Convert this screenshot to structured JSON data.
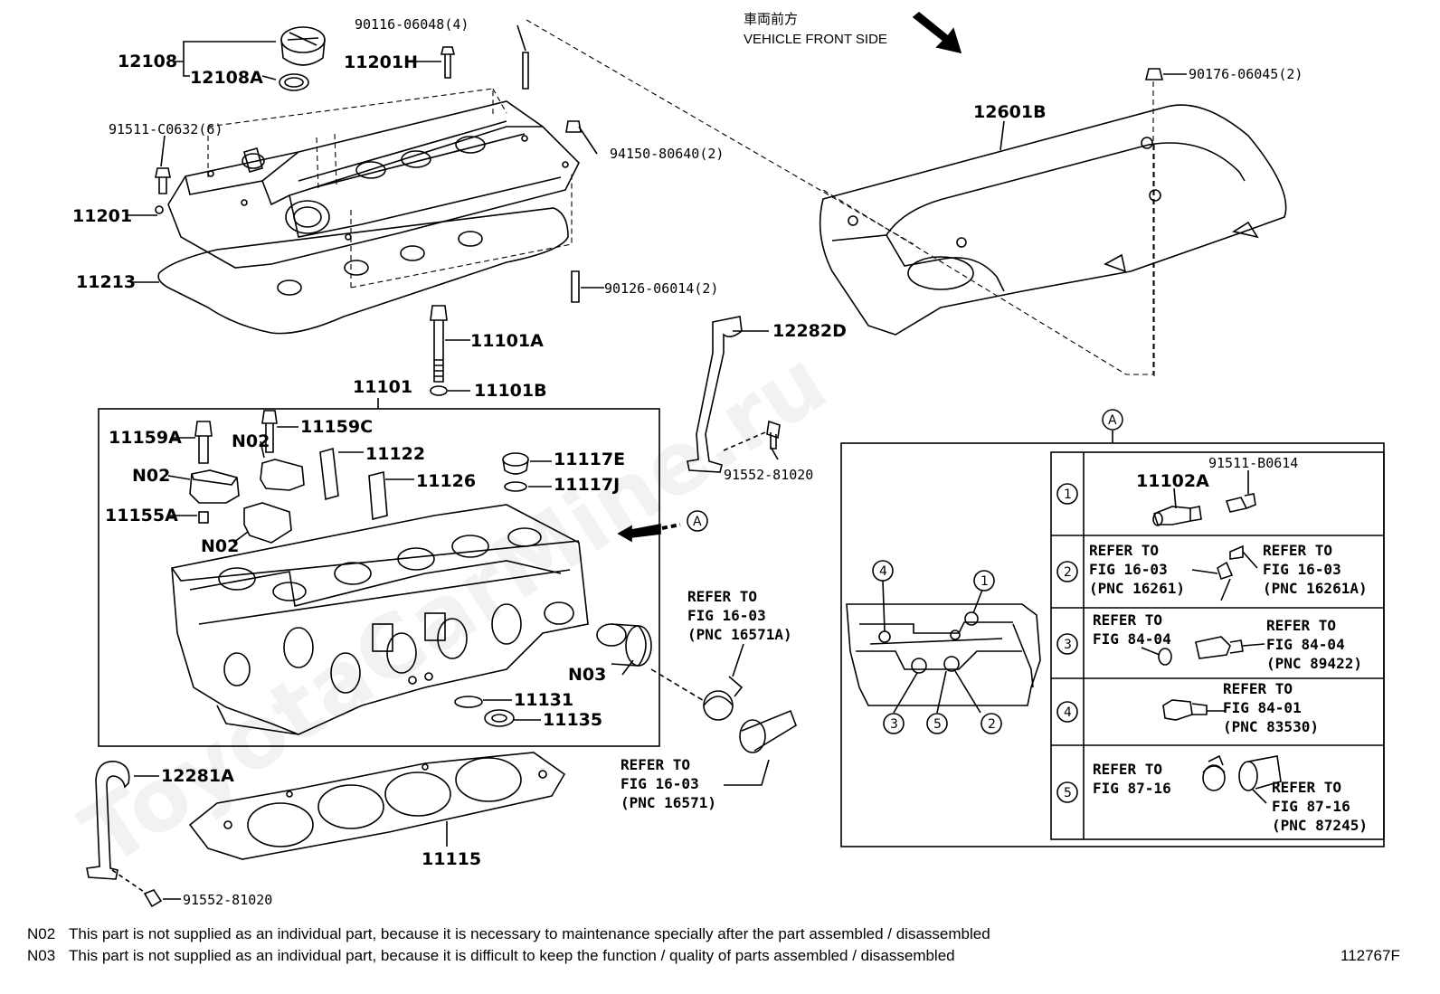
{
  "watermark": "ToyotaCarMine.ru",
  "header": {
    "jp_label": "車両前方",
    "front_label": "VEHICLE FRONT SIDE"
  },
  "labels": {
    "p12108": "12108",
    "p12108a": "12108A",
    "p90116": "90116-06048(4)",
    "p11201h": "11201H",
    "p91511c": "91511-C0632(6)",
    "p94150": "94150-80640(2)",
    "p11201": "11201",
    "p11213": "11213",
    "p90126": "90126-06014(2)",
    "p11101a": "11101A",
    "p11101b": "11101B",
    "p11101": "11101",
    "p90176": "90176-06045(2)",
    "p12601b": "12601B",
    "p12282d": "12282D",
    "p91552a": "91552-81020",
    "p11159a": "11159A",
    "p11159c": "11159C",
    "n02_a": "N02",
    "n02_b": "N02",
    "n02_c": "N02",
    "p11122": "11122",
    "p11126": "11126",
    "p11117e": "11117E",
    "p11117j": "11117J",
    "p11155a": "11155A",
    "n03": "N03",
    "p11131": "11131",
    "p11135": "11135",
    "p12281a": "12281A",
    "p11115": "11115",
    "p91552b": "91552-81020",
    "ref_a_marker": "A",
    "ref_a_box": "A",
    "refer_to": "REFER TO",
    "fig_16_03": "FIG 16-03",
    "pnc_16571a": "(PNC 16571A)",
    "pnc_16571": "(PNC 16571)"
  },
  "detail_panel": {
    "block_circles": [
      "4",
      "1",
      "3",
      "5",
      "2"
    ],
    "rows": [
      {
        "num": "1",
        "part_a": "11102A",
        "part_b": "91511-B0614"
      },
      {
        "num": "2",
        "left": [
          "REFER TO",
          "FIG 16-03",
          "(PNC 16261)"
        ],
        "right": [
          "REFER TO",
          "FIG 16-03",
          "(PNC 16261A)"
        ]
      },
      {
        "num": "3",
        "left": [
          "REFER TO",
          "FIG 84-04"
        ],
        "right": [
          "REFER TO",
          "FIG 84-04",
          "(PNC 89422)"
        ]
      },
      {
        "num": "4",
        "right": [
          "REFER TO",
          "FIG 84-01",
          "(PNC 83530)"
        ]
      },
      {
        "num": "5",
        "left": [
          "REFER TO",
          "FIG 87-16"
        ],
        "right": [
          "REFER TO",
          "FIG 87-16",
          "(PNC 87245)"
        ]
      }
    ]
  },
  "notes": [
    {
      "code": "N02",
      "text": "This part is not supplied as an individual part, because it is necessary to maintenance specially after the part assembled / disassembled"
    },
    {
      "code": "N03",
      "text": "This part is not supplied as an individual part, because it is difficult to keep the function / quality of parts  assembled / disassembled"
    }
  ],
  "figure_id": "112767F"
}
